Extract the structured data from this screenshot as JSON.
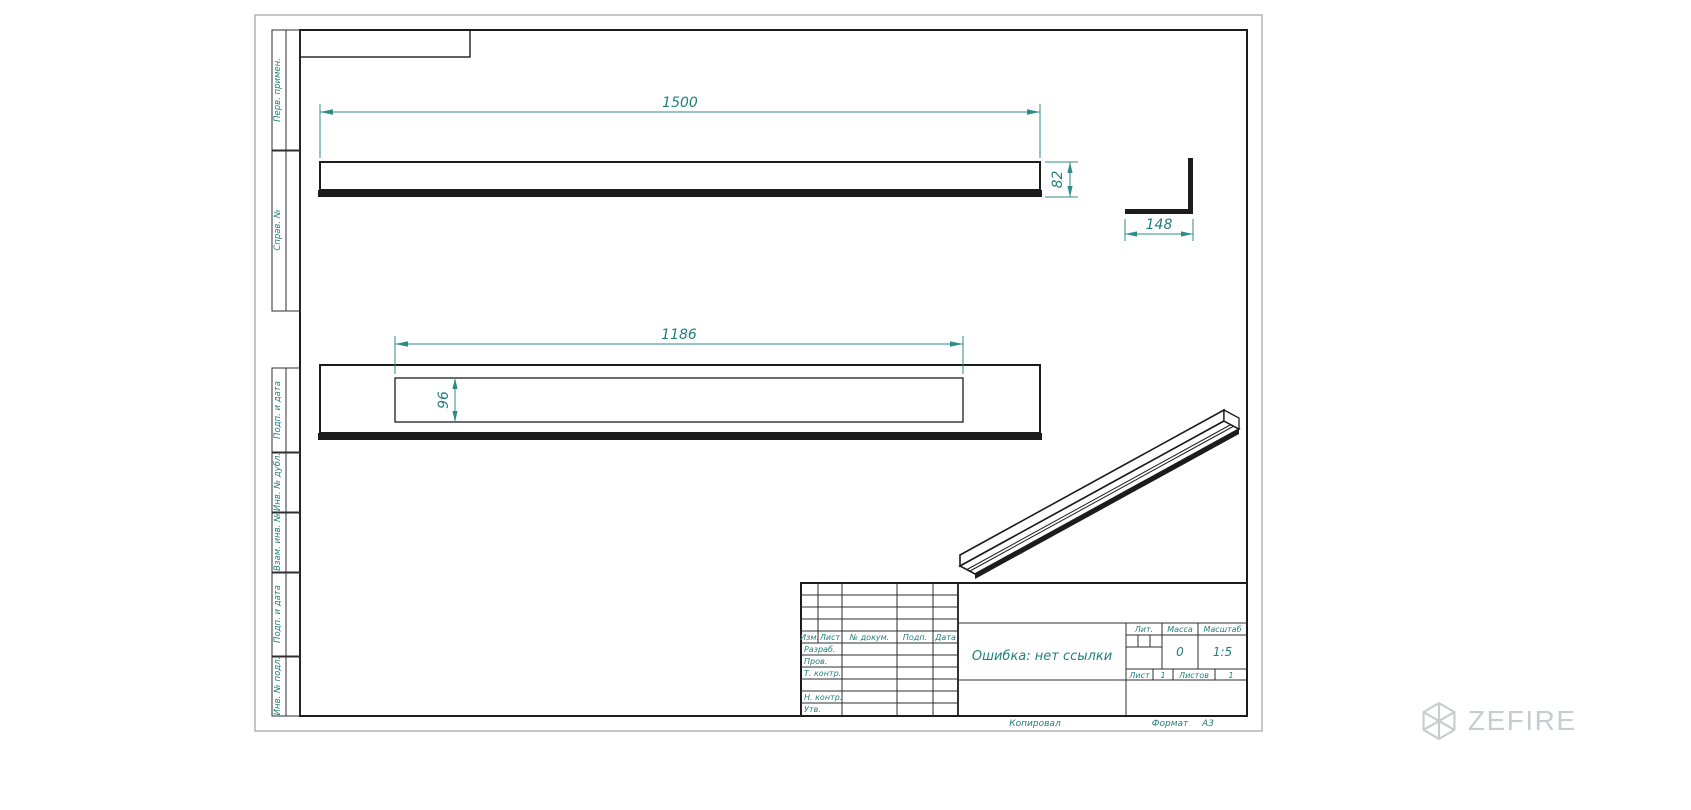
{
  "colors": {
    "accent_teal_text": "#1F7F7D",
    "dimension_teal_line": "#2F8B88",
    "contour_black": "#1C1C1C",
    "watermark_gray": "#C8CCCE"
  },
  "dims": {
    "front_length": "1500",
    "front_height": "82",
    "section_width": "148",
    "plan_length": "1186",
    "plan_width": "96"
  },
  "side_column": {
    "items": [
      "Перв. примен.",
      "Справ. №",
      "Подп. и дата",
      "Инв. № дубл.",
      "Взам. инв. №",
      "Подп. и дата",
      "Инв. № подл."
    ]
  },
  "title_block": {
    "header": {
      "izm": "Изм.",
      "list": "Лист",
      "doc": "№ докум.",
      "podp": "Подп.",
      "date": "Дата"
    },
    "roles": {
      "razrab": "Разраб.",
      "prov": "Пров.",
      "t_kontr": "Т. контр.",
      "n_kontr": "Н. контр.",
      "utv": "Утв."
    },
    "name": "Ошибка: нет ссылки",
    "lit_label": "Лит.",
    "mass_label": "Масса",
    "mass_value": "0",
    "scale_label": "Масштаб",
    "scale_value": "1:5",
    "sheet_label": "Лист",
    "sheet_value": "1",
    "sheets_label": "Листов",
    "sheets_value": "1"
  },
  "footer": {
    "copied": "Копировал",
    "format_label": "Формат",
    "format_value": "A3"
  },
  "watermark": {
    "brand": "ZEFIRE"
  }
}
